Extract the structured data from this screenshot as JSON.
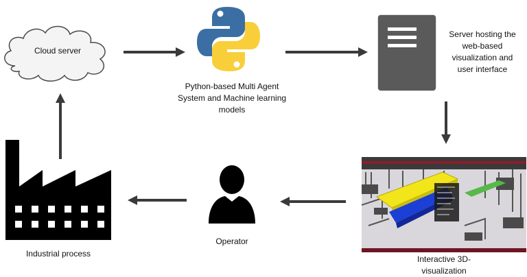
{
  "nodes": {
    "cloud": {
      "label": "Cloud server"
    },
    "python": {
      "label_lines": [
        "Python-based Multi Agent",
        "System and Machine learning",
        "models"
      ]
    },
    "server": {
      "label_lines": [
        "Server hosting the",
        "web-based",
        "visualization and",
        "user interface"
      ]
    },
    "visualization": {
      "label_lines": [
        "Interactive 3D-",
        "visualization"
      ]
    },
    "operator": {
      "label": "Operator"
    },
    "factory": {
      "label": "Industrial process"
    }
  },
  "colors": {
    "arrow": "#3a3a3a",
    "server_body": "#5a5a5a",
    "python_blue": "#3b6fa3",
    "python_yellow": "#f8cf3a",
    "cloud_fill": "#f4f4f4",
    "viz_yellow": "#f2e51a",
    "viz_blue": "#1c3fd6",
    "viz_floor": "#d9d7db",
    "viz_bar": "#6e1523"
  },
  "icons": [
    "cloud-icon",
    "python-logo-icon",
    "server-icon",
    "screenshot-3d-visualization",
    "person-icon",
    "factory-icon"
  ]
}
